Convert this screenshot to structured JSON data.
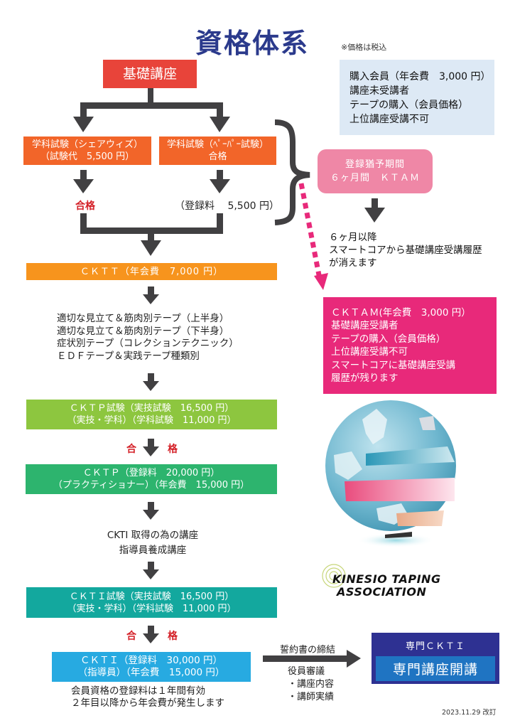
{
  "title": "資格体系",
  "tax_note": "※価格は税込",
  "kiso": {
    "label": "基礎講座"
  },
  "exam_sharewiz": {
    "line1": "学科試験（シェアウィズ）",
    "line2": "（試験代　5,500 円）"
  },
  "exam_paper": {
    "line1": "学科試験（ﾍﾟｰﾊﾟｰ試験）",
    "line2": "合格"
  },
  "pass_label": "合格",
  "registration_fee": "（登録料　 5,500 円）",
  "purchase_member": {
    "lines": [
      "購入会員（年会費　3,000 円）",
      "講座未受講者",
      "テープの購入（会員価格）",
      "上位講座受講不可"
    ]
  },
  "grace_period": {
    "line1": "登録猶予期間",
    "line2": "６ヶ月間　ＫＴＡＭ"
  },
  "after_six_months": {
    "lines": [
      "６ヶ月以降",
      "スマートコアから基礎講座受講履歴",
      "が消えます"
    ]
  },
  "cktt": {
    "label": "ＣＫＴＴ（年会費　7,000 円）"
  },
  "course_list": {
    "lines": [
      "適切な見立て＆筋肉別テープ（上半身）",
      "適切な見立て＆筋肉別テープ（下半身）",
      "症状別テープ（コレクションテクニック）",
      "ＥＤＦテープ＆実践テープ種類別"
    ]
  },
  "cktam": {
    "lines": [
      "ＣＫＴＡＭ(年会費　3,000 円）",
      "基礎講座受講者",
      "テープの購入（会員価格）",
      "上位講座受講不可",
      "スマートコアに基礎講座受講",
      "履歴が残ります"
    ]
  },
  "cktp_exam": {
    "line1": "ＣＫＴＰ試験（実技試験　16,500 円）",
    "line2": "（実技・学科）（学科試験　11,000 円）"
  },
  "pass_split": {
    "left": "合",
    "right": "格"
  },
  "cktp": {
    "line1": "ＣＫＴＰ（登録料　20,000 円）",
    "line2": "（プラクティショナー）（年会費　15,000 円）"
  },
  "ckti_course": {
    "line1": "CKTI 取得の為の講座",
    "line2": "指導員養成講座"
  },
  "ckti_exam": {
    "line1": "ＣＫＴＩ試験（実技試験　16,500 円）",
    "line2": "（実技・学科）（学科試験　11,000 円）"
  },
  "ckti": {
    "line1": "ＣＫＴＩ（登録料　30,000 円）",
    "line2": "（指導員）（年会費　15,000 円）"
  },
  "ckti_note": {
    "line1": "会員資格の登録料は１年間有効",
    "line2": "２年目以降から年会費が発生します"
  },
  "oath": "誓約書の締結",
  "review": {
    "lines": [
      "役員審議",
      "・講座内容",
      "・講師実績"
    ]
  },
  "specialist": {
    "top": "専門ＣＫＴＩ",
    "main": "専門講座開講"
  },
  "logo": {
    "line1": "KINESIO TAPING",
    "line2": "ASSOCIATION"
  },
  "revised": "2023.11.29 改訂",
  "colors": {
    "title": "#2b3a8c",
    "kiso": "#e8443a",
    "exam": "#f26529",
    "cktt": "#f7941d",
    "cktp_exam": "#8dc63f",
    "cktp": "#2db46e",
    "ckti_exam": "#13a89e",
    "ckti": "#27aae1",
    "cktam": "#e8297a",
    "grace": "#ef87a6",
    "info": "#dde9f5",
    "specialist": "#2e3192",
    "arrow": "#414042",
    "pass_red": "#d42027"
  }
}
